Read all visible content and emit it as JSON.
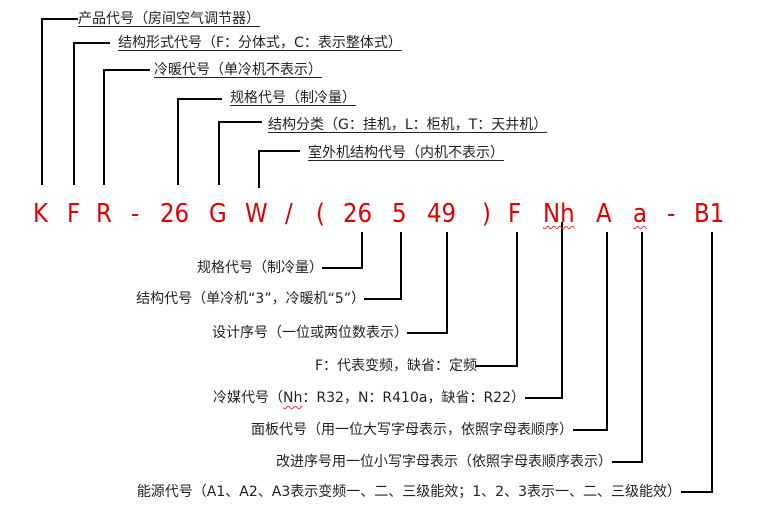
{
  "model_code": {
    "segments": [
      "K",
      "F",
      "R",
      "-",
      "26",
      "G",
      "W",
      "/",
      "(",
      "26",
      "5",
      "49",
      ")",
      "F",
      "Nh",
      "A",
      "a",
      "-",
      "B1"
    ]
  },
  "top_labels": [
    {
      "text": "产品代号（房间空气调节器）",
      "points_to": "K"
    },
    {
      "text": "结构形式代号（F：分体式，C：表示整体式）",
      "points_to": "F"
    },
    {
      "text": "冷暖代号（单冷机不表示）",
      "points_to": "R"
    },
    {
      "text": "规格代号（制冷量）",
      "points_to": "26"
    },
    {
      "text": "结构分类（G：挂机，L：柜机，T：天井机）",
      "points_to": "G"
    },
    {
      "text": "室外机结构代号（内机不表示）",
      "points_to": "W"
    }
  ],
  "bottom_labels": [
    {
      "text": "规格代号（制冷量）",
      "points_to": "26"
    },
    {
      "text": "结构代号（单冷机“3”，冷暖机“5”）",
      "points_to": "5"
    },
    {
      "text": "设计序号（一位或两位数表示）",
      "points_to": "49"
    },
    {
      "text": "F：代表变频，缺省：定频",
      "points_to": "F"
    },
    {
      "text_prefix": "冷媒代号（",
      "text_highlight": "Nh",
      "text_suffix": "：R32，N：R410a，缺省：R22）",
      "points_to": "Nh"
    },
    {
      "text": "面板代号（用一位大写字母表示，依照字母表顺序）",
      "points_to": "A"
    },
    {
      "text": "改进序号用一位小写字母表示（依照字母表顺序表示）",
      "points_to": "a"
    },
    {
      "text": "能源代号（A1、A2、A3表示变频一、二、三级能效；1、2、3表示一、二、三级能效）",
      "points_to": "B1"
    }
  ],
  "colors": {
    "code": "#e00000",
    "lines": "#000000",
    "text": "#222222"
  }
}
